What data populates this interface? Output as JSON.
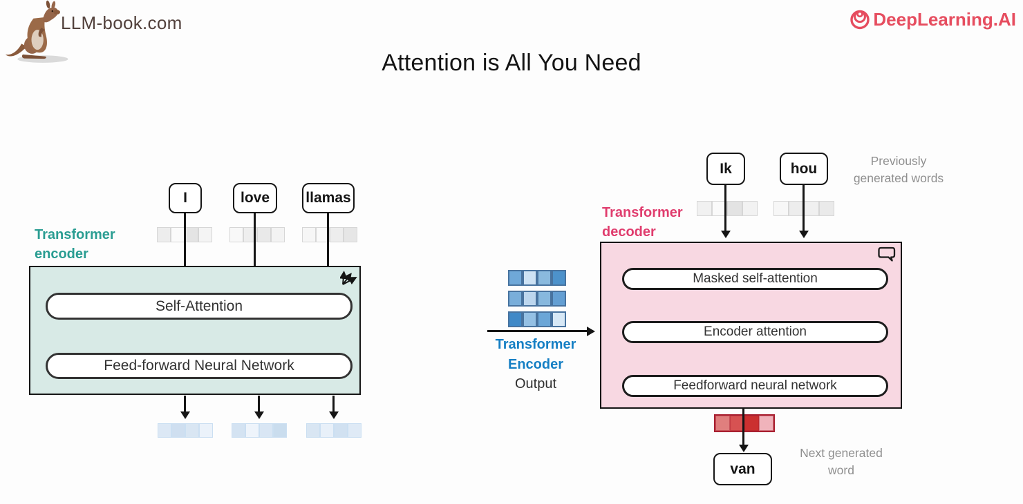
{
  "header": {
    "site_label": "LLM-book.com",
    "brand_label": "DeepLearning.AI",
    "title": "Attention is All You Need"
  },
  "colors": {
    "encoder_label_teal": "#2a9d92",
    "decoder_label_pink": "#e03d6e",
    "output_label_blue": "#157fc4",
    "brand_red": "#e64d5f",
    "site_brown": "#52413c",
    "encoder_box_fill": "#d8eae6",
    "decoder_box_fill": "#f8d8e2",
    "note_gray": "#8f8f8f",
    "red_strip_border": "#a81f2f"
  },
  "encoder": {
    "label_line1": "Transformer",
    "label_line2": "encoder",
    "words": [
      "I",
      "love",
      "llamas"
    ],
    "blocks": [
      "Self-Attention",
      "Feed-forward Neural Network"
    ]
  },
  "decoder": {
    "label_line1": "Transformer",
    "label_line2": "decoder",
    "words": [
      "Ik",
      "hou"
    ],
    "blocks": [
      "Masked self-attention",
      "Encoder attention",
      "Feedforward neural network"
    ],
    "prev_note_line1": "Previously",
    "prev_note_line2": "generated words",
    "next_note_line1": "Next generated",
    "next_note_line2": "word",
    "next_word": "van"
  },
  "encoder_output": {
    "label_line1": "Transformer",
    "label_line2": "Encoder",
    "label_line3": "Output"
  },
  "icons": {
    "mascot": "kangaroo",
    "brand_mark": "concentric-circles",
    "encoder_corner": "vector-arrows",
    "decoder_corner": "speech-bubble"
  },
  "strips": {
    "encoder_input": [
      [
        "#ededed",
        "#fbfbfb",
        "#e4e4e4",
        "#f4f4f4"
      ],
      [
        "#f8f8f8",
        "#eeeeee",
        "#e9e9e9",
        "#f3f3f3"
      ],
      [
        "#f6f6f6",
        "#fafafa",
        "#ededed",
        "#e6e6e6"
      ]
    ],
    "encoder_hidden": [
      [
        "#e9f1e2",
        "#e4eeda",
        "#d5e5c7",
        "#e2ecd8"
      ],
      [
        "#e7f0e0",
        "#dbe9cf",
        "#d2e3c4",
        "#e5eedc"
      ],
      [
        "#e8f1e1",
        "#e0ebd5",
        "#ecf3e8",
        "#d7e6ca"
      ]
    ],
    "encoder_output_vectors": [
      [
        "#dce8f5",
        "#cfdff0",
        "#d9e6f3",
        "#ebf2fa"
      ],
      [
        "#d4e3f2",
        "#eef4fb",
        "#d9e6f4",
        "#caddee"
      ],
      [
        "#d9e6f3",
        "#e8f0f9",
        "#d1e1f1",
        "#dfeaf6"
      ]
    ],
    "decoder_input": [
      [
        "#f1f1f1",
        "#fafafa",
        "#e3e3e3",
        "#f2f2f2"
      ],
      [
        "#f7f7f7",
        "#ededed",
        "#f0f0f0",
        "#eaeaea"
      ]
    ],
    "decoder_hidden1": [
      [
        "#f9e5e3",
        "#f5dbd6",
        "#ebcfbe",
        "#f3d8d1"
      ],
      [
        "#f6dedb",
        "#efd3ca",
        "#e8cbba",
        "#f4d9d3"
      ]
    ],
    "decoder_hidden2": [
      [
        "#f2d8d2",
        "#f5dedb",
        "#fae9ea",
        "#eccfbf"
      ]
    ],
    "decoder_output": [
      [
        "#e07f7e",
        "#d75252",
        "#cb3030",
        "#f0b3bb"
      ]
    ],
    "encoder_output_grid": [
      [
        "#6fa8d8",
        "#cde2f4",
        "#8abade",
        "#4d92cb"
      ],
      [
        "#79aeda",
        "#bcd6ee",
        "#87b8de",
        "#649fd3"
      ],
      [
        "#4089c7",
        "#94c0e4",
        "#6ba6d7",
        "#d7e8f6"
      ]
    ]
  }
}
